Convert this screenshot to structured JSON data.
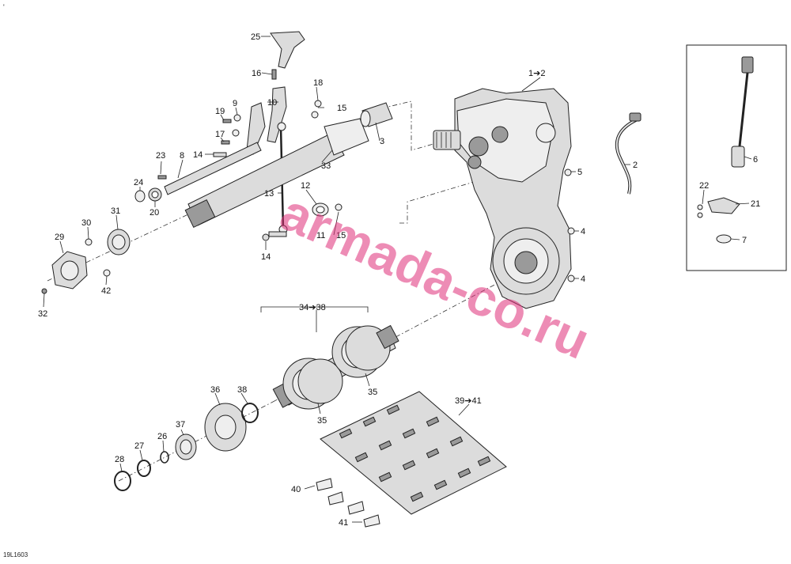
{
  "diagram": {
    "code": "19L1603",
    "corner_mark": "'",
    "watermark": "armada-co.ru",
    "labels": {
      "l1_2": "1➔2",
      "l2": "2",
      "l3": "3",
      "l4a": "4",
      "l4b": "4",
      "l5": "5",
      "l6": "6",
      "l7": "7",
      "l8": "8",
      "l9": "9",
      "l10": "10",
      "l11": "11",
      "l12": "12",
      "l13": "13",
      "l14a": "14",
      "l14b": "14",
      "l15a": "15",
      "l15b": "15",
      "l16": "16",
      "l17": "17",
      "l18": "18",
      "l19": "19",
      "l20": "20",
      "l21": "21",
      "l22": "22",
      "l23": "23",
      "l24": "24",
      "l25": "25",
      "l26": "26",
      "l27": "27",
      "l28": "28",
      "l29": "29",
      "l30": "30",
      "l31": "31",
      "l32": "32",
      "l33": "33",
      "l34_38": "34➔38",
      "l35a": "35",
      "l35b": "35",
      "l36": "36",
      "l37": "37",
      "l38": "38",
      "l39_41": "39➔41",
      "l40": "40",
      "l41": "41",
      "l42": "42"
    }
  }
}
